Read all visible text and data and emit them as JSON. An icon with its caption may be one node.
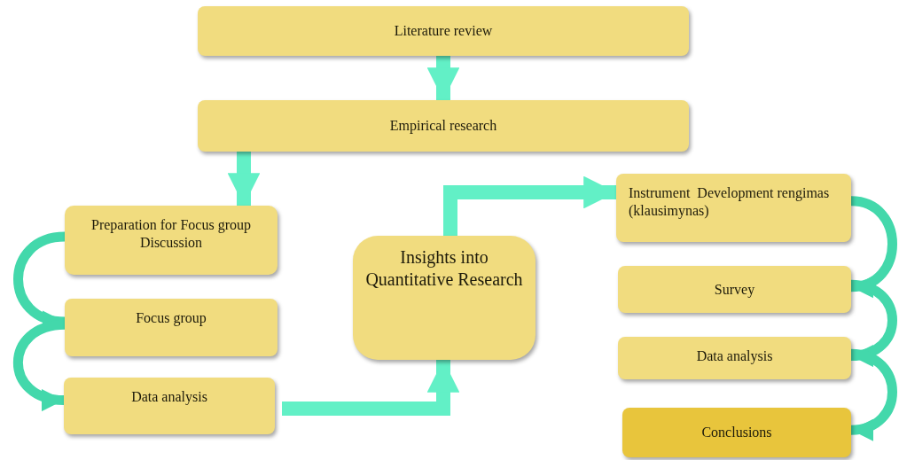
{
  "diagram": {
    "nodes": [
      {
        "text": [
          "Literature review"
        ]
      },
      {
        "text": [
          "Empirical research"
        ]
      },
      {
        "text": [
          "Preparation for Focus group Discussion"
        ]
      },
      {
        "text": [
          "Focus group"
        ]
      },
      {
        "text": [
          "Data analysis"
        ]
      },
      {
        "text": [
          "Insights into Quantitative Research"
        ]
      },
      {
        "text": [
          "Instrument  Development rengimas (klausimynas)"
        ]
      },
      {
        "text": [
          "Survey"
        ]
      },
      {
        "text": [
          "Data analysis"
        ]
      },
      {
        "text": [
          "Conclusions"
        ]
      }
    ],
    "edges": [
      {
        "from": 0,
        "to": 1,
        "arrow": "to"
      },
      {
        "from": 1,
        "to": 2,
        "arrow": "to"
      },
      {
        "from": 2,
        "to": 3,
        "arrow": "to"
      },
      {
        "from": 3,
        "to": 4,
        "arrow": "to"
      },
      {
        "from": 4,
        "to": 5,
        "arrow": "to"
      },
      {
        "from": 5,
        "to": 6,
        "arrow": "to"
      },
      {
        "from": 6,
        "to": 7,
        "arrow": "to"
      },
      {
        "from": 7,
        "to": 8,
        "arrow": "to"
      },
      {
        "from": 8,
        "to": 9,
        "arrow": "to"
      }
    ]
  }
}
